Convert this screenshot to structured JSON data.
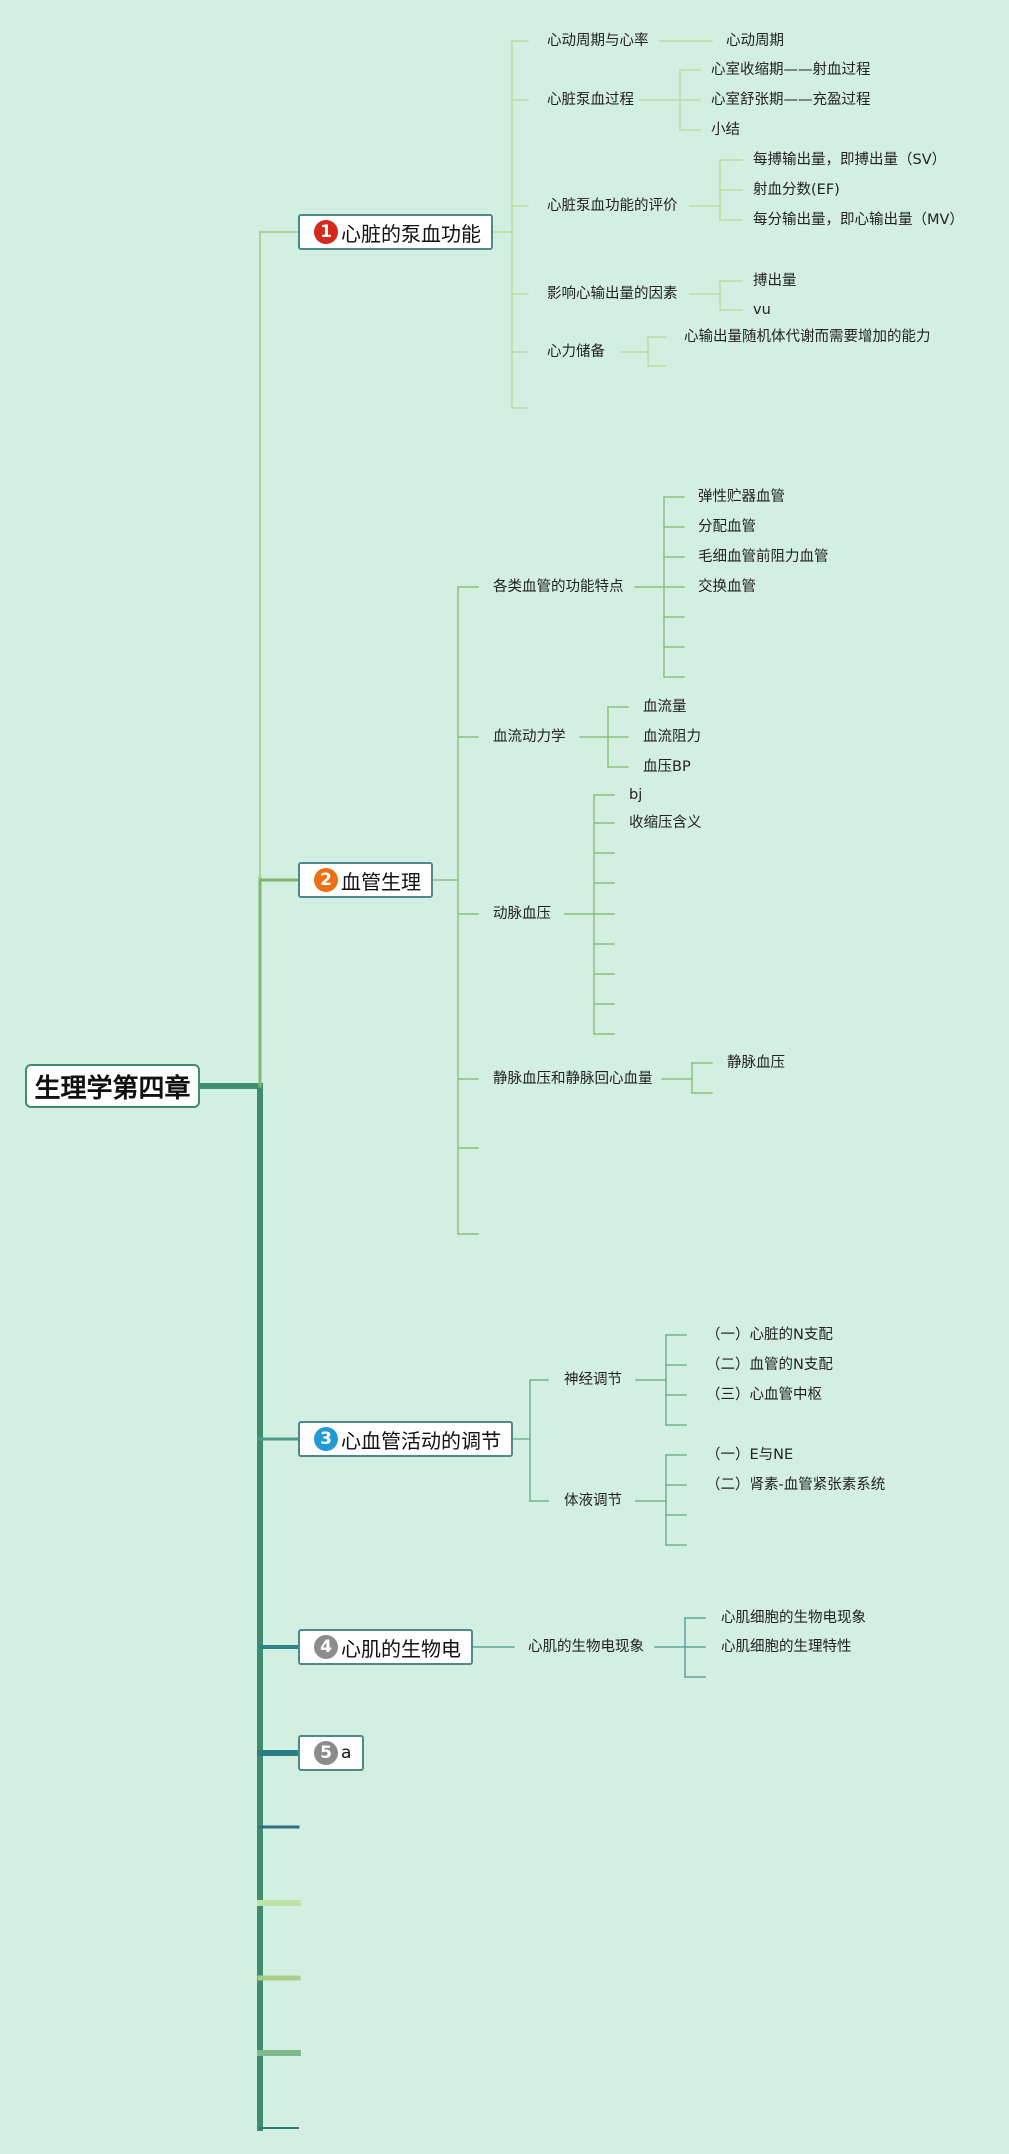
{
  "root": {
    "title": "生理学第四章"
  },
  "colors": {
    "background": "#d3efe2",
    "topic_border": "#4f8a8b",
    "badge_1": "#d6281b",
    "badge_2": "#ea6f15",
    "badge_3": "#2199d6",
    "badge_4": "#8c8c8c",
    "badge_5": "#8c8c8c"
  },
  "topics": [
    {
      "number": "1",
      "label": "心脏的泵血功能",
      "subtopics": [
        {
          "label": "心动周期与心率",
          "children": [
            "心动周期"
          ]
        },
        {
          "label": "心脏泵血过程",
          "children": [
            "心室收缩期——射血过程",
            "心室舒张期——充盈过程",
            "小结"
          ]
        },
        {
          "label": "心脏泵血功能的评价",
          "children": [
            "每搏输出量，即搏出量（SV）",
            "射血分数(EF)",
            "每分输出量，即心输出量（MV）"
          ]
        },
        {
          "label": "影响心输出量的因素",
          "children": [
            "搏出量",
            "vu"
          ]
        },
        {
          "label": "心力储备",
          "children": [
            "心输出量随机体代谢而需要增加的能力"
          ]
        }
      ]
    },
    {
      "number": "2",
      "label": "血管生理",
      "subtopics": [
        {
          "label": "各类血管的功能特点",
          "children": [
            "弹性贮器血管",
            "分配血管",
            "毛细血管前阻力血管",
            "交换血管"
          ]
        },
        {
          "label": "血流动力学",
          "children": [
            "血流量",
            "血流阻力",
            "血压BP"
          ]
        },
        {
          "label": "动脉血压",
          "children": [
            "bj",
            "收缩压含义"
          ]
        },
        {
          "label": "静脉血压和静脉回心血量",
          "children": [
            "静脉血压"
          ]
        }
      ]
    },
    {
      "number": "3",
      "label": "心血管活动的调节",
      "subtopics": [
        {
          "label": "神经调节",
          "children": [
            "（一）心脏的N支配",
            "（二）血管的N支配",
            "（三）心血管中枢"
          ]
        },
        {
          "label": "体液调节",
          "children": [
            "（一）E与NE",
            "（二）肾素-血管紧张素系统"
          ]
        }
      ]
    },
    {
      "number": "4",
      "label": "心肌的生物电",
      "subtopics": [
        {
          "label": "心肌的生物电现象",
          "children": [
            "心肌细胞的生物电现象",
            "心肌细胞的生理特性"
          ]
        }
      ]
    },
    {
      "number": "5",
      "label": "a",
      "subtopics": []
    }
  ]
}
